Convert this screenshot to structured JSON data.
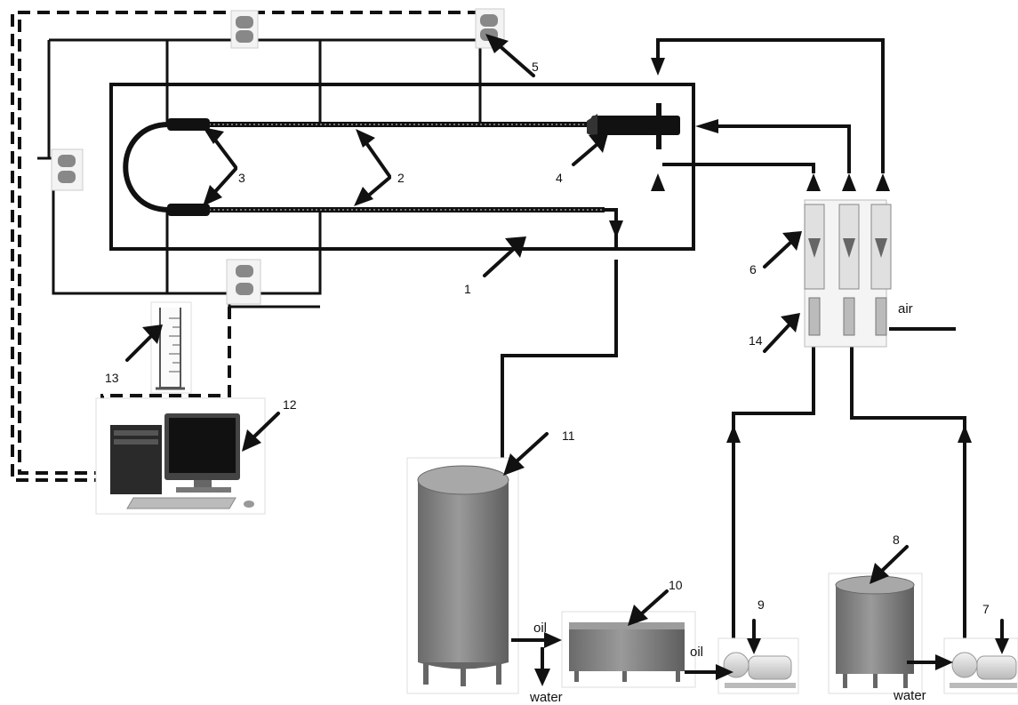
{
  "diagram": {
    "callouts": [
      {
        "id": "label-1",
        "text": "1"
      },
      {
        "id": "label-2",
        "text": "2"
      },
      {
        "id": "label-3",
        "text": "3"
      },
      {
        "id": "label-4",
        "text": "4"
      },
      {
        "id": "label-5",
        "text": "5"
      },
      {
        "id": "label-6",
        "text": "6"
      },
      {
        "id": "label-7",
        "text": "7"
      },
      {
        "id": "label-8",
        "text": "8"
      },
      {
        "id": "label-9",
        "text": "9"
      },
      {
        "id": "label-10",
        "text": "10"
      },
      {
        "id": "label-11",
        "text": "11"
      },
      {
        "id": "label-12",
        "text": "12"
      },
      {
        "id": "label-13",
        "text": "13"
      },
      {
        "id": "label-14",
        "text": "14"
      }
    ],
    "fluids": {
      "air": "air",
      "oil_in": "oil",
      "oil_out": "oil",
      "water_drain": "water",
      "water_supply": "water"
    },
    "colors": {
      "line": "#111111",
      "equipment": "#7d7d7d",
      "equipment_dark": "#555555",
      "glass": "#e8e8e8",
      "background": "#ffffff"
    }
  }
}
